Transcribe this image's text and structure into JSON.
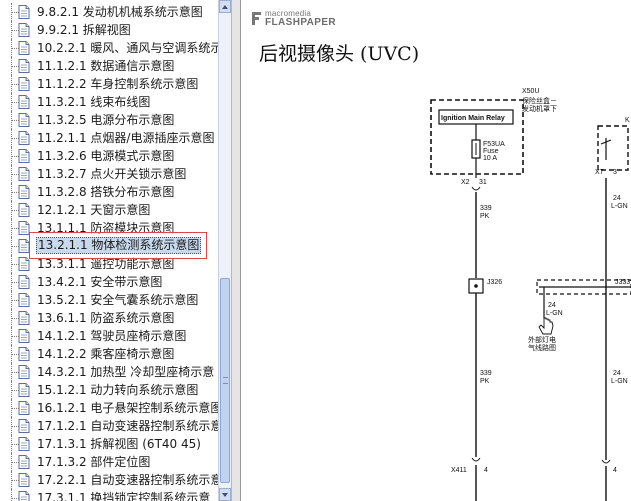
{
  "tree": {
    "items": [
      {
        "label": "9.8.2.1 发动机机械系统示意图"
      },
      {
        "label": "9.9.2.1 拆解视图"
      },
      {
        "label": "10.2.2.1 暖风、通风与空调系统示"
      },
      {
        "label": "11.1.2.1 数据通信示意图"
      },
      {
        "label": "11.1.2.2 车身控制系统示意图"
      },
      {
        "label": "11.3.2.1 线束布线图"
      },
      {
        "label": "11.3.2.5 电源分布示意图"
      },
      {
        "label": "11.2.1.1 点烟器/电源插座示意图"
      },
      {
        "label": "11.3.2.6 电源模式示意图"
      },
      {
        "label": "11.3.2.7 点火开关锁示意图"
      },
      {
        "label": "11.3.2.8 搭铁分布示意图"
      },
      {
        "label": "12.1.2.1 天窗示意图"
      },
      {
        "label": "13.1.1.1 防盗模块示意图"
      },
      {
        "label": "13.2.1.1 物体检测系统示意图",
        "selected": true
      },
      {
        "label": "13.3.1.1 遥控功能示意图"
      },
      {
        "label": "13.4.2.1 安全带示意图"
      },
      {
        "label": "13.5.2.1 安全气囊系统示意图"
      },
      {
        "label": "13.6.1.1 防盗系统示意图"
      },
      {
        "label": "14.1.2.1 驾驶员座椅示意图"
      },
      {
        "label": "14.1.2.2 乘客座椅示意图"
      },
      {
        "label": "14.3.2.1 加热型 冷却型座椅示意"
      },
      {
        "label": "15.1.2.1 动力转向系统示意图"
      },
      {
        "label": "16.1.2.1 电子悬架控制系统示意图"
      },
      {
        "label": "17.1.2.1 自动变速器控制系统示意"
      },
      {
        "label": "17.1.3.1 拆解视图 (6T40 45)"
      },
      {
        "label": "17.1.3.2 部件定位图"
      },
      {
        "label": "17.2.2.1 自动变速器控制系统示意"
      },
      {
        "label": "17.3.1.1 换挡锁定控制系统示意"
      }
    ]
  },
  "viewer": {
    "logo_top": "macromedia",
    "logo_main": "FLASHPAPER",
    "title": "后视摄像头 (UVC)"
  },
  "diagram": {
    "x50u": "X50U",
    "x50u_desc_1": "保险丝盒－",
    "x50u_desc_2": "发动机罩下",
    "relay": "Ignition Main Relay",
    "fuse_1": "F53UA",
    "fuse_2": "Fuse",
    "fuse_3": "10 A",
    "x2": "X2",
    "pin_31": "31",
    "wire_left_top_1": "339",
    "wire_left_top_2": "PK",
    "j326": "J326",
    "wire_left_bot_1": "339",
    "wire_left_bot_2": "PK",
    "x411": "X411",
    "pin_4_left": "4",
    "pin_4_right": "4",
    "x7": "X7",
    "pin_3": "3",
    "right_k": "K",
    "right_w1_1": "24",
    "right_w1_2": "L-GN",
    "j333": "J333",
    "branch_1": "24",
    "branch_2": "L-GN",
    "lamp_1": "外部灯电",
    "lamp_2": "气线路图",
    "right_w2_1": "24",
    "right_w2_2": "L-GN"
  },
  "colors": {
    "selection_bg": "#c9d9ec",
    "selection_box": "#d84848",
    "scrollbar_thumb": "#c2d2f1"
  }
}
